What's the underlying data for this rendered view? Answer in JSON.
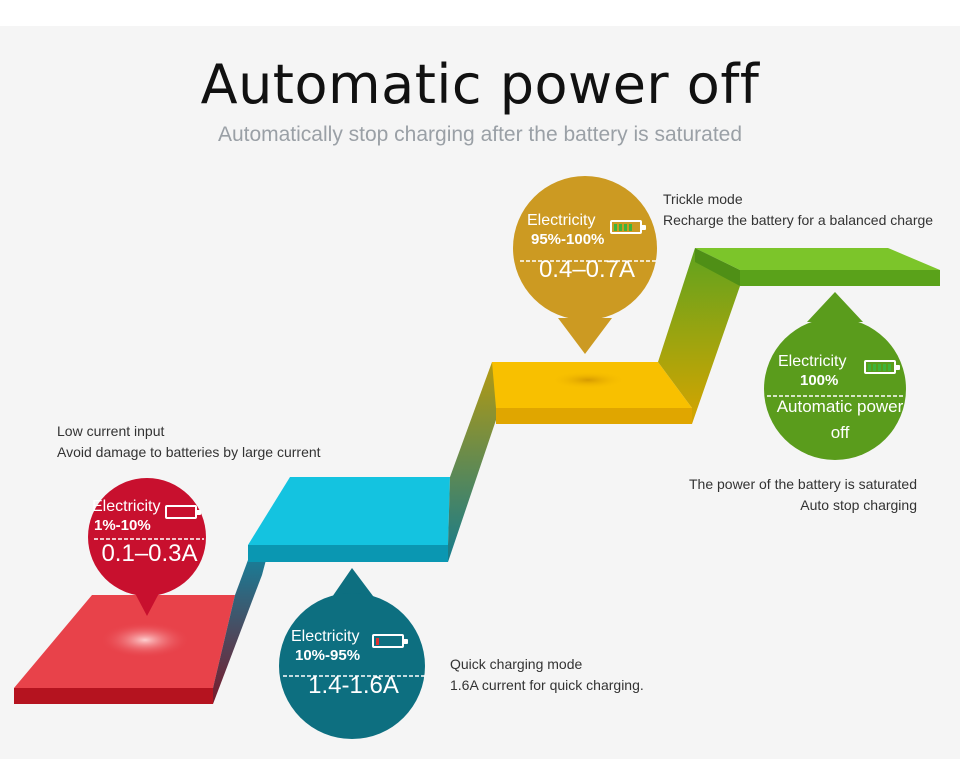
{
  "header": {
    "title": "Automatic power off",
    "subtitle": "Automatically stop charging after the battery is saturated"
  },
  "stages": [
    {
      "electricity_label": "Electricity",
      "level": "1%-10%",
      "current": "0.1–0.3A",
      "notes": [
        "Low current input",
        "Avoid damage to batteries by large current"
      ],
      "color": "#c8102e",
      "battery_fill": 0.0
    },
    {
      "electricity_label": "Electricity",
      "level": "10%-95%",
      "current": "1.4-1.6A",
      "notes": [
        "Quick charging mode",
        "1.6A current for quick charging."
      ],
      "color": "#0d6f80",
      "battery_fill": 0.1
    },
    {
      "electricity_label": "Electricity",
      "level": "95%-100%",
      "current": "0.4–0.7A",
      "notes": [
        "Trickle mode",
        "Recharge the battery for a balanced charge"
      ],
      "color": "#cc9a22",
      "battery_fill": 0.95
    },
    {
      "electricity_label": "Electricity",
      "level": "100%",
      "current_lines": [
        "Automatic power",
        "off"
      ],
      "notes": [
        "The power of the battery is saturated",
        "Auto stop charging"
      ],
      "color": "#5a9c1c",
      "battery_fill": 1.0
    }
  ],
  "colors": {
    "red_step": "#e8424a",
    "cyan_step": "#14c3e0",
    "yellow_step": "#f8c000",
    "green_step": "#7cc52a",
    "battery_green": "#3fb43a",
    "battery_red": "#e03030"
  }
}
